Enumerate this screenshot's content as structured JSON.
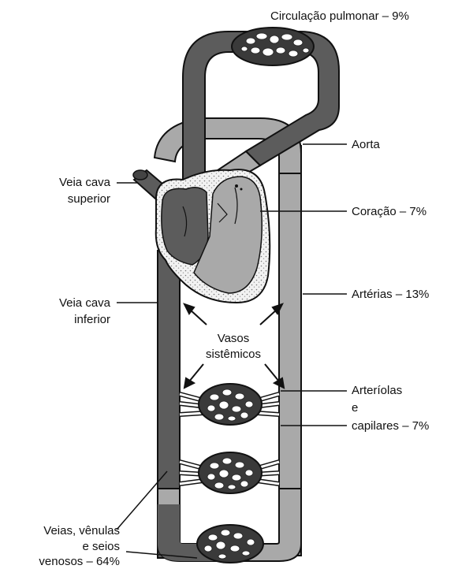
{
  "labels": {
    "pulmonary": "Circulação pulmonar – 9%",
    "aorta": "Aorta",
    "vena_cava_superior_1": "Veia cava",
    "vena_cava_superior_2": "superior",
    "heart": "Coração – 7%",
    "arteries": "Artérias – 13%",
    "vena_cava_inferior_1": "Veia cava",
    "vena_cava_inferior_2": "inferior",
    "systemic_1": "Vasos",
    "systemic_2": "sistêmicos",
    "arterioles_1": "Arteríolas",
    "arterioles_2": "e",
    "arterioles_3": "capilares – 7%",
    "veins_1": "Veias, vênulas",
    "veins_2": "e seios",
    "veins_3": "venosos – 64%"
  },
  "colors": {
    "vein": "#5c5c5c",
    "artery": "#a9a9a9",
    "outline": "#111111",
    "background": "#ffffff"
  }
}
